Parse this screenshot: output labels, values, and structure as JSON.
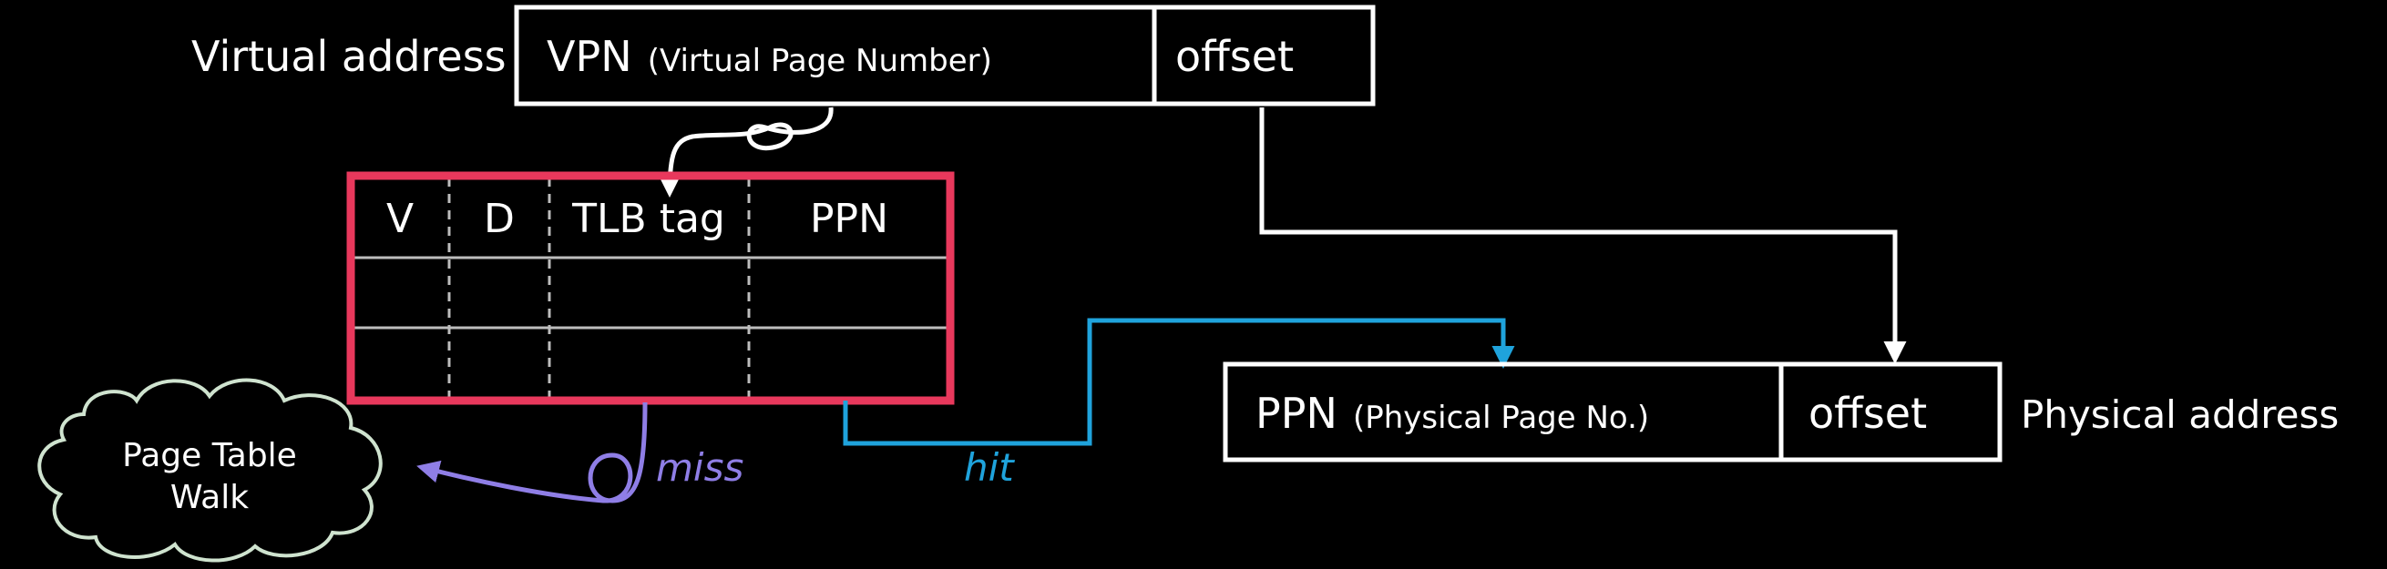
{
  "virtual_address": {
    "label": "Virtual address",
    "vpn_main": "VPN",
    "vpn_sub": "(Virtual Page Number)",
    "offset": "offset"
  },
  "tlb": {
    "headers": [
      "V",
      "D",
      "TLB tag",
      "PPN"
    ]
  },
  "physical_address": {
    "label": "Physical address",
    "ppn_main": "PPN",
    "ppn_sub": "(Physical Page No.)",
    "offset": "offset"
  },
  "page_table_walk": {
    "line1": "Page Table",
    "line2": "Walk"
  },
  "labels": {
    "miss": "miss",
    "hit": "hit"
  },
  "colors": {
    "background": "#000000",
    "foreground": "#ffffff",
    "tlb_border": "#e8385c",
    "hit": "#1fa3dc",
    "miss": "#8f7ee6",
    "cloud": "#cfe3cf"
  }
}
